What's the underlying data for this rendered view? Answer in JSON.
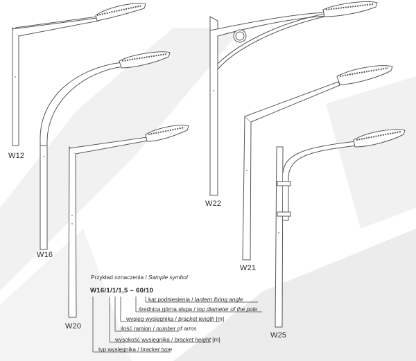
{
  "poles": [
    {
      "id": "w12",
      "label": "W12"
    },
    {
      "id": "w16",
      "label": "W16"
    },
    {
      "id": "w20",
      "label": "W20"
    },
    {
      "id": "w22",
      "label": "W22"
    },
    {
      "id": "w21",
      "label": "W21"
    },
    {
      "id": "w25",
      "label": "W25"
    }
  ],
  "legend": {
    "header_pl": "Przykład oznaczenia",
    "header_en": "Sample symbol",
    "code": "W16/1/1/1,5 – 60/10",
    "items": [
      {
        "pl": "kąt podniesienia",
        "en": "lantern fixing angle",
        "unit": ""
      },
      {
        "pl": "średnica górna słupa",
        "en": "top diameter of the pole",
        "unit": ""
      },
      {
        "pl": "wysięg wysięgnika",
        "en": "bracket length",
        "unit": "[m]"
      },
      {
        "pl": "ilość ramion",
        "en": "number of arms",
        "unit": ""
      },
      {
        "pl": "wysokość wysięgnika",
        "en": "bracket height",
        "unit": "[m]"
      },
      {
        "pl": "typ wysięgnika",
        "en": "bracket type",
        "unit": ""
      }
    ]
  },
  "colors": {
    "background_shape": "#ededed",
    "line": "#555555"
  }
}
